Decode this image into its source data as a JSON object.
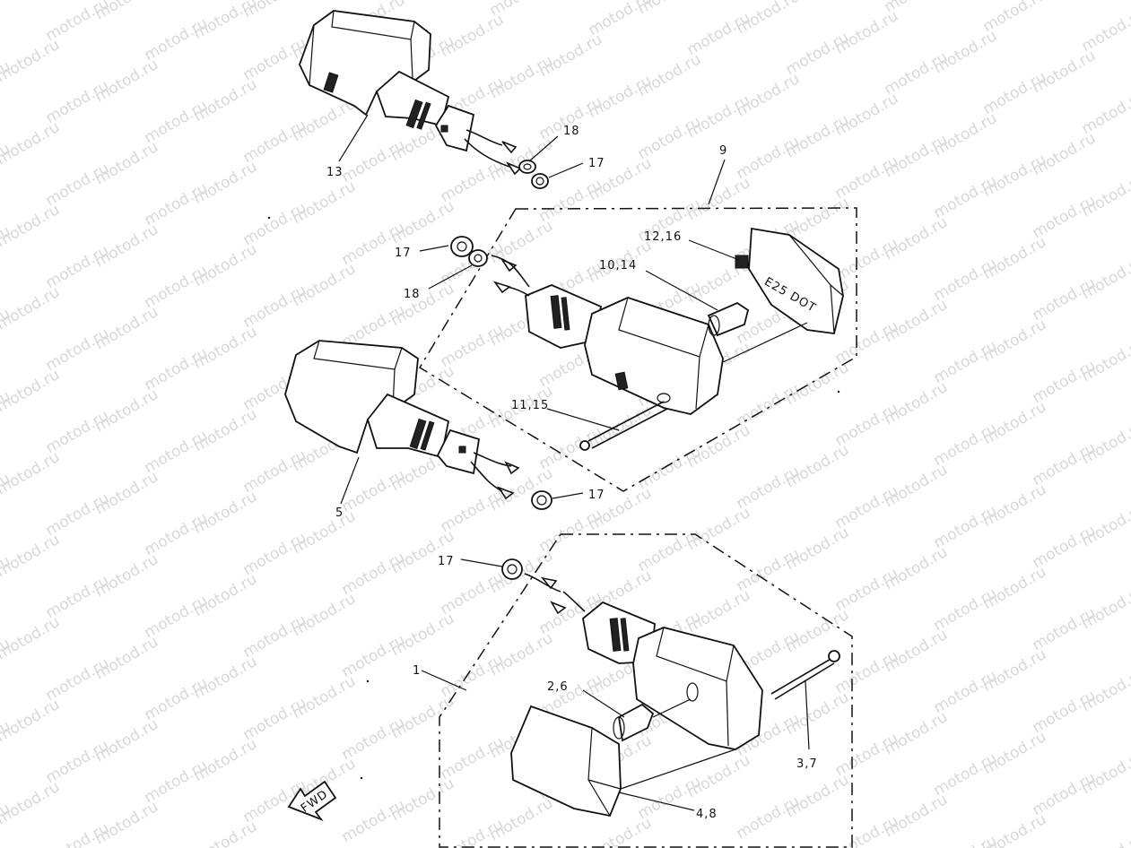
{
  "watermark": "motod.ru",
  "callouts": {
    "c1": "1",
    "c2_6": "2,6",
    "c3_7": "3,7",
    "c4_8": "4,8",
    "c5": "5",
    "c9": "9",
    "c10_14": "10,14",
    "c11_15": "11,15",
    "c12_16": "12,16",
    "c13": "13",
    "c17_a": "17",
    "c17_b": "17",
    "c17_c": "17",
    "c17_d": "17",
    "c18_a": "18",
    "c18_b": "18"
  },
  "fwd_badge": "FWD",
  "lens_marking": "E25 DOT"
}
